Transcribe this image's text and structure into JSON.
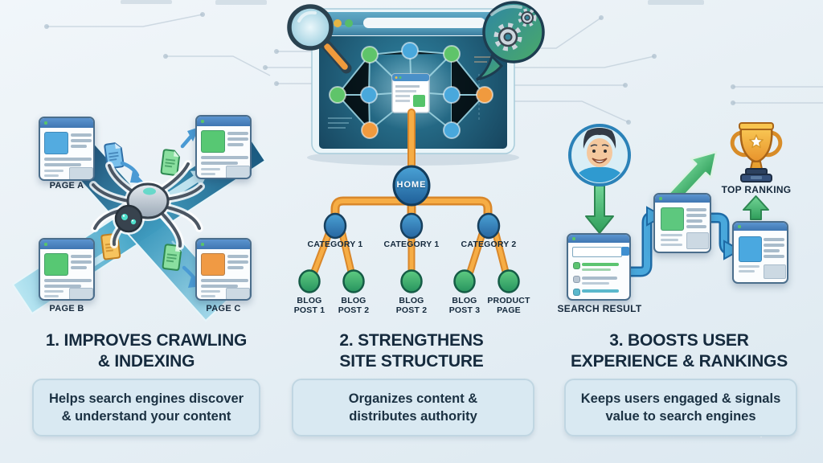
{
  "sections": [
    {
      "heading_line1": "1. IMPROVES CRAWLING",
      "heading_line2": "& INDEXING",
      "desc_line1": "Helps search engines discover",
      "desc_line2": "& understand your content"
    },
    {
      "heading_line1": "2. STRENGTHENS",
      "heading_line2": "SITE STRUCTURE",
      "desc_line1": "Organizes content &",
      "desc_line2": "distributes authority"
    },
    {
      "heading_line1": "3. BOOSTS USER",
      "heading_line2": "EXPERIENCE & RANKINGS",
      "desc_line1": "Keeps users engaged & signals",
      "desc_line2": "value to search engines"
    }
  ],
  "crawl_diagram": {
    "page_a_label": "PAGE A",
    "page_b_label": "PAGE B",
    "page_c_label": "PAGE C"
  },
  "site_tree": {
    "home_label": "HOME",
    "category_labels": [
      "CATEGORY 1",
      "CATEGORY 1",
      "CATEGORY 2"
    ],
    "leaf_labels": [
      "BLOG POST 1",
      "BLOG POST 2",
      "BLOG POST 2",
      "BLOG POST 3",
      "PRODUCT PAGE"
    ]
  },
  "ranking_diagram": {
    "search_result_label": "SEARCH RESULT",
    "top_ranking_label": "TOP RANKING"
  },
  "colors": {
    "background": "#e9f0f5",
    "heading_text": "#152a3d",
    "info_box_bg": "#d9e9f2",
    "info_box_border": "#c0d6e2",
    "connector_orange": "#f0a43c",
    "node_blue": "#3f97cc",
    "node_green": "#4cbc78",
    "road_teal": "#2f8fb8",
    "arrow_green": "#4db870",
    "arrow_blue": "#49a8dc",
    "trophy_gold": "#f0ad3a",
    "window_bar_blue": "#4a86c8",
    "browser_teal": "#4f93b2",
    "network_bg": "#1d4f66"
  },
  "icons": [
    "magnifying-glass-icon",
    "gears-speech-bubble-icon",
    "crawler-spider-icon",
    "document-icon",
    "user-avatar-icon",
    "trophy-icon",
    "sparkle-icon"
  ]
}
